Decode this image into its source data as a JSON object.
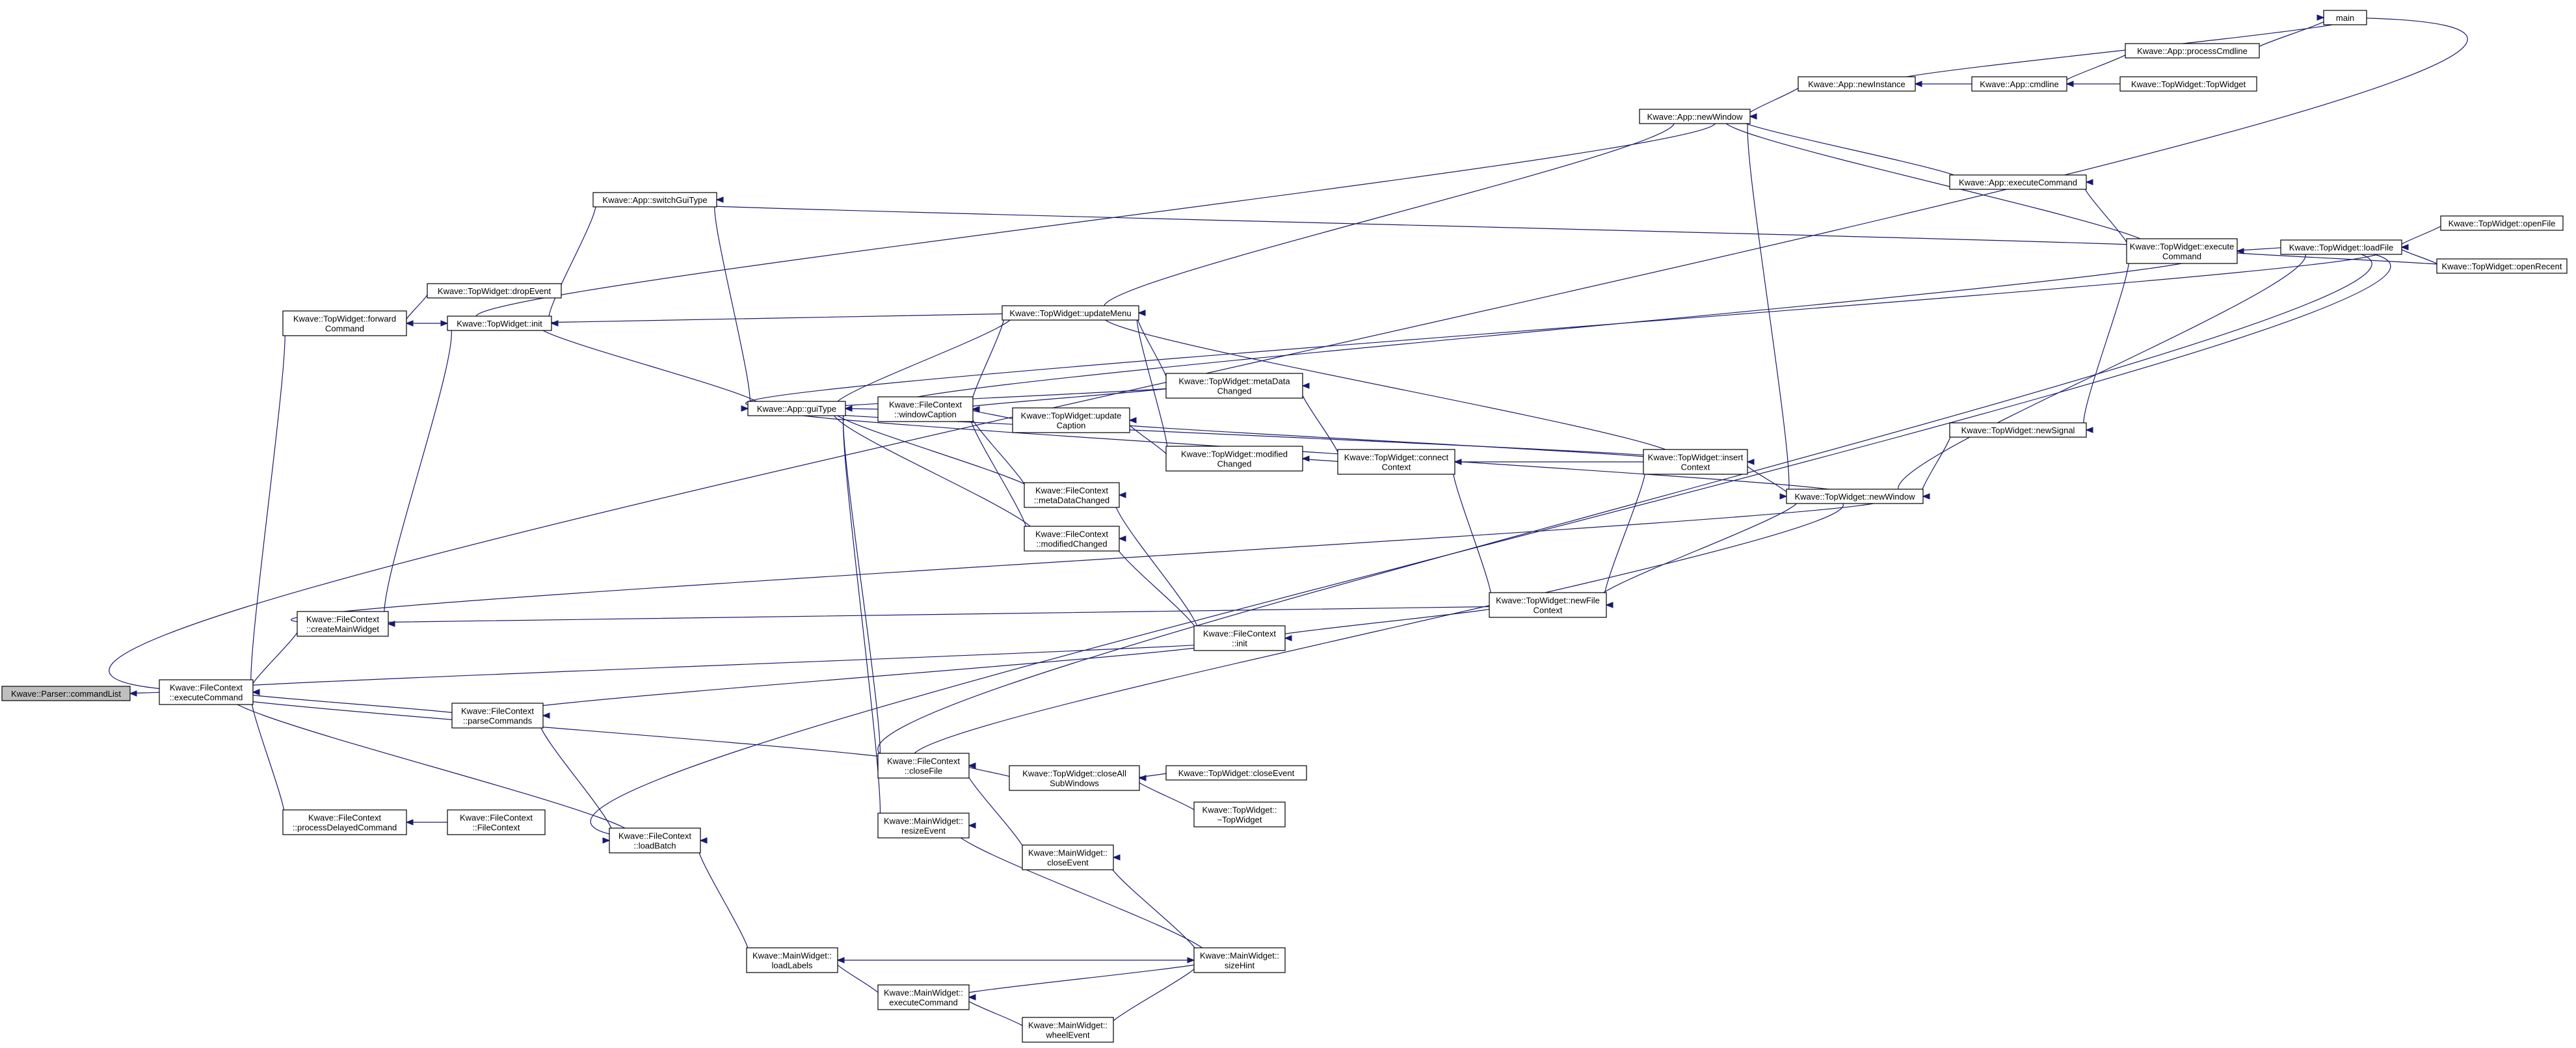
{
  "graph": {
    "type": "caller-graph",
    "nodes": [
      {
        "id": "commandList",
        "lines": [
          "Kwave::Parser::commandList"
        ],
        "root": true
      },
      {
        "id": "fc_executeCommand",
        "lines": [
          "Kwave::FileContext",
          "::executeCommand"
        ]
      },
      {
        "id": "tw_forwardCommand",
        "lines": [
          "Kwave::TopWidget::forward",
          "Command"
        ]
      },
      {
        "id": "fc_createMainWidget",
        "lines": [
          "Kwave::FileContext",
          "::createMainWidget"
        ]
      },
      {
        "id": "fc_parseCommands",
        "lines": [
          "Kwave::FileContext",
          "::parseCommands"
        ]
      },
      {
        "id": "fc_processDelayedCommand",
        "lines": [
          "Kwave::FileContext",
          "::processDelayedCommand"
        ]
      },
      {
        "id": "tw_dropEvent",
        "lines": [
          "Kwave::TopWidget::dropEvent"
        ]
      },
      {
        "id": "tw_init",
        "lines": [
          "Kwave::TopWidget::init"
        ]
      },
      {
        "id": "app_switchGuiType",
        "lines": [
          "Kwave::App::switchGuiType"
        ]
      },
      {
        "id": "fc_loadBatch",
        "lines": [
          "Kwave::FileContext",
          "::loadBatch"
        ]
      },
      {
        "id": "fc_ctor",
        "lines": [
          "Kwave::FileContext",
          "::FileContext"
        ]
      },
      {
        "id": "mw_loadLabels",
        "lines": [
          "Kwave::MainWidget::",
          "loadLabels"
        ]
      },
      {
        "id": "app_guiType",
        "lines": [
          "Kwave::App::guiType"
        ]
      },
      {
        "id": "fc_windowCaption",
        "lines": [
          "Kwave::FileContext",
          "::windowCaption"
        ]
      },
      {
        "id": "fc_closeFile",
        "lines": [
          "Kwave::FileContext",
          "::closeFile"
        ]
      },
      {
        "id": "mw_resizeEvent",
        "lines": [
          "Kwave::MainWidget::",
          "resizeEvent"
        ]
      },
      {
        "id": "mw_executeCommand",
        "lines": [
          "Kwave::MainWidget::",
          "executeCommand"
        ]
      },
      {
        "id": "tw_updateMenu",
        "lines": [
          "Kwave::TopWidget::updateMenu"
        ]
      },
      {
        "id": "tw_updateCaption",
        "lines": [
          "Kwave::TopWidget::update",
          "Caption"
        ]
      },
      {
        "id": "fc_metaDataChanged",
        "lines": [
          "Kwave::FileContext",
          "::metaDataChanged"
        ]
      },
      {
        "id": "fc_modifiedChanged",
        "lines": [
          "Kwave::FileContext",
          "::modifiedChanged"
        ]
      },
      {
        "id": "tw_closeAllSubWindows",
        "lines": [
          "Kwave::TopWidget::closeAll",
          "SubWindows"
        ]
      },
      {
        "id": "mw_closeEvent",
        "lines": [
          "Kwave::MainWidget::",
          "closeEvent"
        ]
      },
      {
        "id": "mw_wheelEvent",
        "lines": [
          "Kwave::MainWidget::",
          "wheelEvent"
        ]
      },
      {
        "id": "tw_metaDataChanged",
        "lines": [
          "Kwave::TopWidget::metaData",
          "Changed"
        ]
      },
      {
        "id": "tw_modifiedChanged",
        "lines": [
          "Kwave::TopWidget::modified",
          "Changed"
        ]
      },
      {
        "id": "fc_init",
        "lines": [
          "Kwave::FileContext",
          "::init"
        ]
      },
      {
        "id": "tw_closeEvent",
        "lines": [
          "Kwave::TopWidget::closeEvent"
        ]
      },
      {
        "id": "tw_dtor",
        "lines": [
          "Kwave::TopWidget::",
          "~TopWidget"
        ]
      },
      {
        "id": "mw_sizeHint",
        "lines": [
          "Kwave::MainWidget::",
          "sizeHint"
        ]
      },
      {
        "id": "tw_connectContext",
        "lines": [
          "Kwave::TopWidget::connect",
          "Context"
        ]
      },
      {
        "id": "tw_newFileContext",
        "lines": [
          "Kwave::TopWidget::newFile",
          "Context"
        ]
      },
      {
        "id": "app_newWindow",
        "lines": [
          "Kwave::App::newWindow"
        ]
      },
      {
        "id": "tw_insertContext",
        "lines": [
          "Kwave::TopWidget::insert",
          "Context"
        ]
      },
      {
        "id": "tw_newWindow",
        "lines": [
          "Kwave::TopWidget::newWindow"
        ]
      },
      {
        "id": "app_newInstance",
        "lines": [
          "Kwave::App::newInstance"
        ]
      },
      {
        "id": "app_executeCommand",
        "lines": [
          "Kwave::App::executeCommand"
        ]
      },
      {
        "id": "tw_executeCommand",
        "lines": [
          "Kwave::TopWidget::execute",
          "Command"
        ]
      },
      {
        "id": "tw_newSignal",
        "lines": [
          "Kwave::TopWidget::newSignal"
        ]
      },
      {
        "id": "app_cmdline",
        "lines": [
          "Kwave::App::cmdline"
        ]
      },
      {
        "id": "app_processCmdline",
        "lines": [
          "Kwave::App::processCmdline"
        ]
      },
      {
        "id": "tw_ctor",
        "lines": [
          "Kwave::TopWidget::TopWidget"
        ]
      },
      {
        "id": "tw_loadFile",
        "lines": [
          "Kwave::TopWidget::loadFile"
        ]
      },
      {
        "id": "main",
        "lines": [
          "main"
        ]
      },
      {
        "id": "tw_openFile",
        "lines": [
          "Kwave::TopWidget::openFile"
        ]
      },
      {
        "id": "tw_openRecent",
        "lines": [
          "Kwave::TopWidget::openRecent"
        ]
      }
    ],
    "edges": [
      [
        "fc_executeCommand",
        "commandList"
      ],
      [
        "tw_forwardCommand",
        "fc_executeCommand"
      ],
      [
        "fc_createMainWidget",
        "fc_executeCommand"
      ],
      [
        "fc_parseCommands",
        "fc_executeCommand"
      ],
      [
        "fc_processDelayedCommand",
        "fc_executeCommand"
      ],
      [
        "fc_loadBatch",
        "fc_executeCommand"
      ],
      [
        "fc_closeFile",
        "fc_executeCommand"
      ],
      [
        "fc_init",
        "fc_executeCommand"
      ],
      [
        "main",
        "fc_executeCommand"
      ],
      [
        "tw_init",
        "tw_forwardCommand"
      ],
      [
        "tw_dropEvent",
        "tw_forwardCommand"
      ],
      [
        "app_switchGuiType",
        "tw_init"
      ],
      [
        "app_newWindow",
        "tw_init"
      ],
      [
        "fc_createMainWidget",
        "tw_init"
      ],
      [
        "tw_newFileContext",
        "fc_createMainWidget"
      ],
      [
        "tw_newWindow",
        "fc_createMainWidget"
      ],
      [
        "fc_init",
        "fc_parseCommands"
      ],
      [
        "fc_ctor",
        "fc_processDelayedCommand"
      ],
      [
        "fc_parseCommands",
        "fc_loadBatch"
      ],
      [
        "mw_loadLabels",
        "fc_loadBatch"
      ],
      [
        "tw_loadFile",
        "fc_loadBatch"
      ],
      [
        "tw_init",
        "app_guiType"
      ],
      [
        "tw_updateMenu",
        "tw_init"
      ],
      [
        "app_switchGuiType",
        "app_guiType"
      ],
      [
        "tw_executeCommand",
        "app_switchGuiType"
      ],
      [
        "fc_windowCaption",
        "app_guiType"
      ],
      [
        "tw_updateMenu",
        "app_guiType"
      ],
      [
        "fc_closeFile",
        "app_guiType"
      ],
      [
        "mw_resizeEvent",
        "app_guiType"
      ],
      [
        "fc_metaDataChanged",
        "app_guiType"
      ],
      [
        "fc_modifiedChanged",
        "app_guiType"
      ],
      [
        "tw_insertContext",
        "app_guiType"
      ],
      [
        "tw_newWindow",
        "app_guiType"
      ],
      [
        "tw_metaDataChanged",
        "app_guiType"
      ],
      [
        "tw_loadFile",
        "app_guiType"
      ],
      [
        "tw_updateCaption",
        "fc_windowCaption"
      ],
      [
        "fc_metaDataChanged",
        "fc_windowCaption"
      ],
      [
        "fc_modifiedChanged",
        "fc_windowCaption"
      ],
      [
        "tw_updateMenu",
        "fc_windowCaption"
      ],
      [
        "tw_metaDataChanged",
        "fc_windowCaption"
      ],
      [
        "tw_executeCommand",
        "fc_windowCaption"
      ],
      [
        "tw_insertContext",
        "tw_updateMenu"
      ],
      [
        "tw_metaDataChanged",
        "tw_updateMenu"
      ],
      [
        "tw_modifiedChanged",
        "tw_updateMenu"
      ],
      [
        "app_newWindow",
        "tw_updateMenu"
      ],
      [
        "tw_modifiedChanged",
        "tw_updateCaption"
      ],
      [
        "tw_insertContext",
        "tw_updateCaption"
      ],
      [
        "tw_connectContext",
        "tw_metaDataChanged"
      ],
      [
        "tw_connectContext",
        "tw_modifiedChanged"
      ],
      [
        "tw_insertContext",
        "tw_connectContext"
      ],
      [
        "tw_newFileContext",
        "tw_connectContext"
      ],
      [
        "fc_init",
        "fc_metaDataChanged"
      ],
      [
        "fc_init",
        "fc_modifiedChanged"
      ],
      [
        "tw_newFileContext",
        "fc_init"
      ],
      [
        "tw_closeAllSubWindows",
        "fc_closeFile"
      ],
      [
        "mw_closeEvent",
        "fc_closeFile"
      ],
      [
        "tw_newWindow",
        "fc_closeFile"
      ],
      [
        "tw_loadFile",
        "fc_closeFile"
      ],
      [
        "tw_closeEvent",
        "tw_closeAllSubWindows"
      ],
      [
        "tw_dtor",
        "tw_closeAllSubWindows"
      ],
      [
        "mw_sizeHint",
        "mw_resizeEvent"
      ],
      [
        "mw_sizeHint",
        "mw_closeEvent"
      ],
      [
        "mw_sizeHint",
        "mw_loadLabels"
      ],
      [
        "mw_executeCommand",
        "mw_loadLabels"
      ],
      [
        "mw_sizeHint",
        "mw_executeCommand"
      ],
      [
        "mw_wheelEvent",
        "mw_executeCommand"
      ],
      [
        "mw_wheelEvent",
        "mw_sizeHint"
      ],
      [
        "tw_insertContext",
        "tw_newFileContext"
      ],
      [
        "tw_newWindow",
        "tw_newFileContext"
      ],
      [
        "tw_newWindow",
        "tw_insertContext"
      ],
      [
        "app_newWindow",
        "tw_newWindow"
      ],
      [
        "tw_newSignal",
        "tw_newWindow"
      ],
      [
        "tw_loadFile",
        "tw_newWindow"
      ],
      [
        "app_newInstance",
        "app_newWindow"
      ],
      [
        "app_executeCommand",
        "app_newWindow"
      ],
      [
        "tw_executeCommand",
        "app_newWindow"
      ],
      [
        "app_cmdline",
        "app_newInstance"
      ],
      [
        "main",
        "app_newInstance"
      ],
      [
        "app_processCmdline",
        "app_cmdline"
      ],
      [
        "tw_ctor",
        "app_cmdline"
      ],
      [
        "tw_executeCommand",
        "app_executeCommand"
      ],
      [
        "tw_executeCommand",
        "tw_newSignal"
      ],
      [
        "tw_loadFile",
        "tw_executeCommand"
      ],
      [
        "tw_openRecent",
        "tw_executeCommand"
      ],
      [
        "tw_openFile",
        "tw_loadFile"
      ],
      [
        "tw_openRecent",
        "tw_loadFile"
      ],
      [
        "app_processCmdline",
        "main"
      ]
    ]
  }
}
